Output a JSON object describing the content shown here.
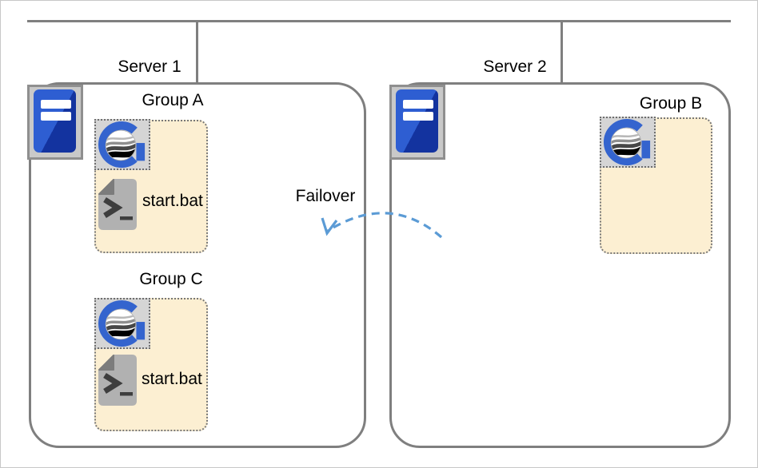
{
  "servers": [
    {
      "name": "Server 1",
      "icon": "server-tower-icon",
      "groups": [
        {
          "name": "Group A",
          "gateway_icon": "gateway-g-logo-icon",
          "script_icon": "batch-terminal-file-icon",
          "script_label": "start.bat"
        },
        {
          "name": "Group C",
          "gateway_icon": "gateway-g-logo-icon",
          "script_icon": "batch-terminal-file-icon",
          "script_label": "start.bat"
        }
      ]
    },
    {
      "name": "Server 2",
      "icon": "server-tower-icon",
      "groups": [
        {
          "name": "Group B",
          "gateway_icon": "gateway-g-logo-icon"
        }
      ]
    }
  ],
  "connector": {
    "label": "Failover",
    "style": "dashed-arc",
    "direction": "server2-to-server1"
  },
  "colors": {
    "line_gray": "#7f7f7f",
    "group_fill": "#fcefd2",
    "group_border": "#787878",
    "icon_tile_gray": "#d5d5d5",
    "server_icon_bg": "#c9c9c9",
    "tower_blue_light": "#2e5ed2",
    "tower_blue_dark": "#13339f",
    "logo_blue": "#3464ce",
    "arrow_blue": "#5b9bd5",
    "text": "#000000"
  }
}
